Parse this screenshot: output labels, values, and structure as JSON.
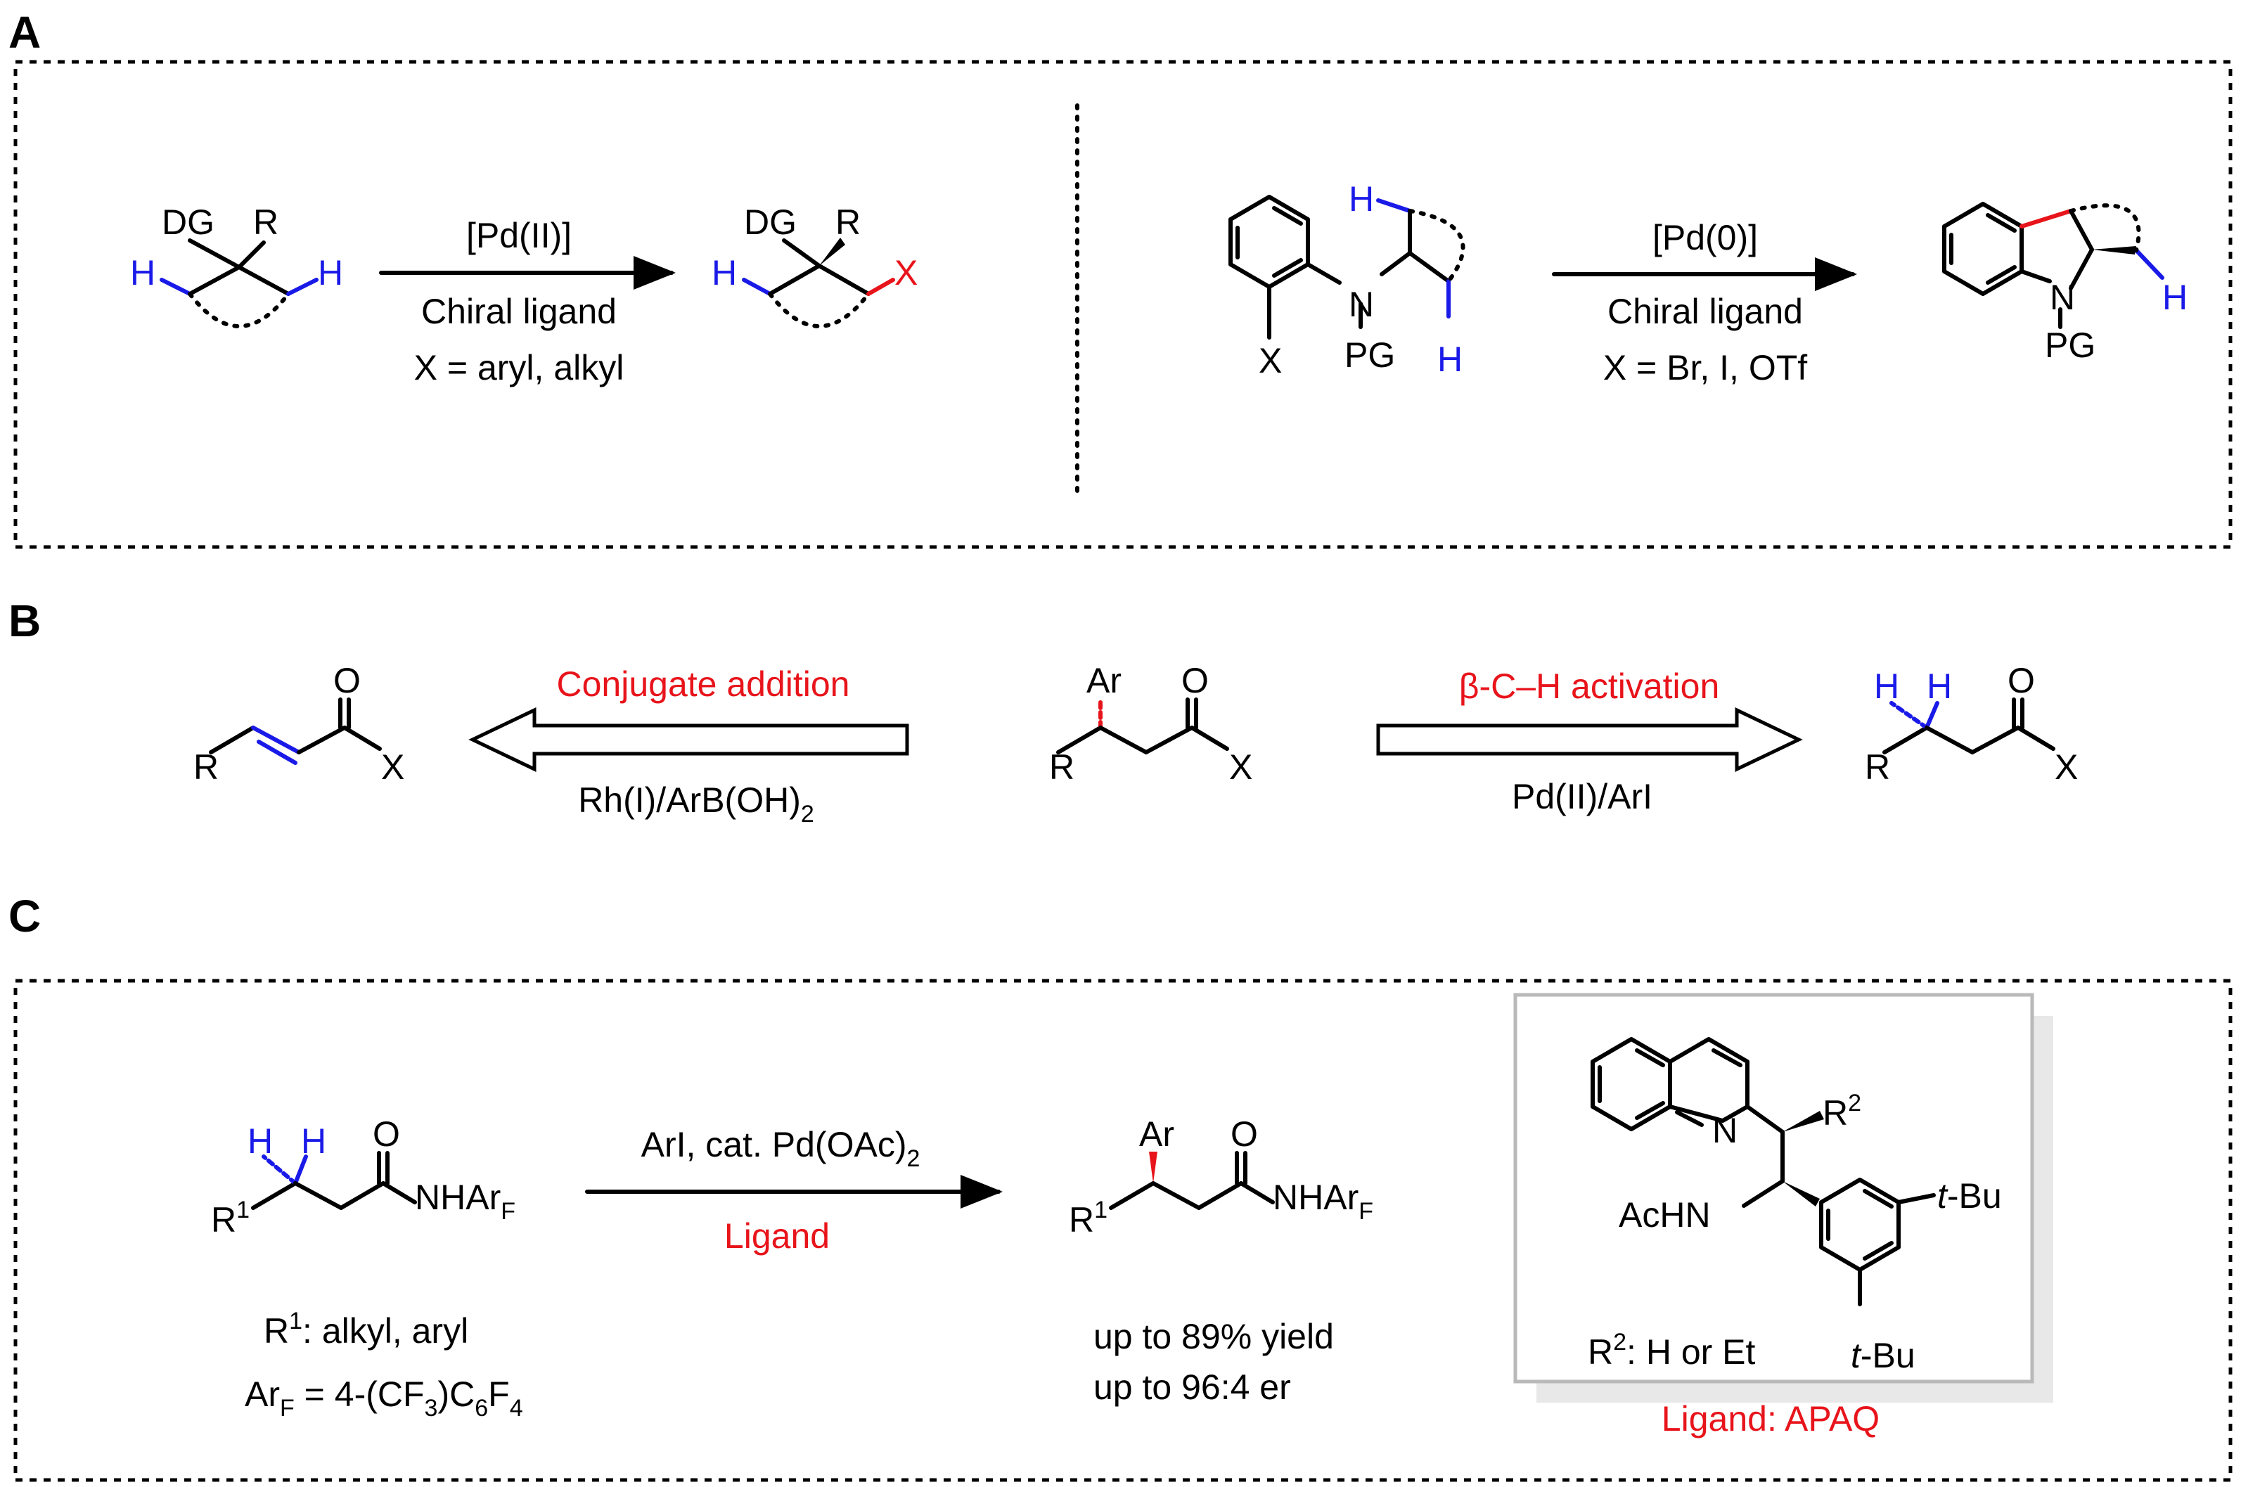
{
  "sections": {
    "a": "A",
    "b": "B",
    "c": "C"
  },
  "panel_a": {
    "left": {
      "atoms": {
        "dg": "DG",
        "r": "R",
        "h": "H",
        "x": "X"
      },
      "conditions": [
        "[Pd(II)]",
        "Chiral ligand",
        "X = aryl, alkyl"
      ]
    },
    "right": {
      "atoms": {
        "h": "H",
        "n": "N",
        "pg": "PG",
        "x": "X"
      },
      "conditions": [
        "[Pd(0)]",
        "Chiral ligand",
        "X = Br, I, OTf"
      ]
    }
  },
  "panel_b": {
    "left_label": "Conjugate addition",
    "left_reagent_main": "Rh(I)/ArB(OH)",
    "left_reagent_sub": "2",
    "right_label": "β-C–H activation",
    "right_reagent": "Pd(II)/ArI",
    "atoms": {
      "r": "R",
      "x": "X",
      "o": "O",
      "ar": "Ar",
      "h": "H"
    }
  },
  "panel_c": {
    "atoms": {
      "h": "H",
      "o": "O",
      "r1_main": "R",
      "r1_sup": "1",
      "nh_main": "NHAr",
      "nh_sub": "F",
      "ar": "Ar"
    },
    "reagent_main": "ArI, cat. Pd(OAc)",
    "reagent_sub": "2",
    "ligand_label": "Ligand",
    "r1_note_main": "R",
    "r1_note_sup": "1",
    "r1_note_rest": ": alkyl, aryl",
    "arf_note": {
      "p1": "Ar",
      "p1_sub": "F",
      "p2": " = 4-(CF",
      "p2_sub": "3",
      "p3": ")C",
      "p3_sub": "6",
      "p4": "F",
      "p4_sub": "4"
    },
    "yield": "up to 89% yield",
    "er": "up to 96:4 er",
    "ligand_box": {
      "n": "N",
      "r2_main": "R",
      "r2_sup": "2",
      "achn": "AcHN",
      "tbu_t": "t",
      "tbu_rest": "-Bu",
      "r2_note_main": "R",
      "r2_note_sup": "2",
      "r2_note_rest": ": H or Et"
    },
    "ligand_caption": "Ligand: APAQ"
  },
  "colors": {
    "red": "#e8141b",
    "blue": "#1a1ae8",
    "black": "#000000"
  }
}
